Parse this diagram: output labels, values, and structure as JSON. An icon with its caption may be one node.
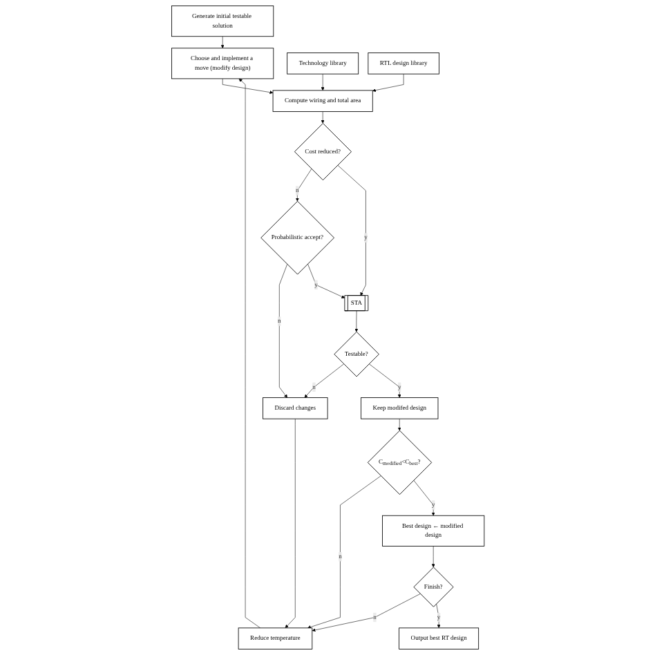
{
  "diagram": {
    "nodes": [
      {
        "text": [
          "Generate initial testable solution"
        ]
      },
      {
        "text": [
          "Choose and implement a move (modify design)"
        ]
      },
      {
        "text": [
          "Reduce temperature"
        ]
      },
      {
        "text": [
          "Technology library"
        ]
      },
      {
        "text": [
          "Compute wiring and total area"
        ]
      },
      {
        "text": [
          "RTL design library"
        ]
      },
      {
        "text": [
          "Discard changes"
        ]
      },
      {
        "text": [
          "Probabilistic accept?"
        ]
      },
      {
        "text": [
          "Cost reduced?"
        ]
      },
      {
        "text": [
          "STA"
        ]
      },
      {
        "text": [
          "Testable?"
        ]
      },
      {
        "text": [
          "Keep modifed design"
        ]
      },
      {
        "text": [
          "C$_{modified}$<C$_{best}$?"
        ]
      },
      {
        "text": [
          "Best design ← modified design"
        ]
      },
      {
        "text": [
          "Finish?"
        ]
      },
      {
        "text": [
          "Output best RT design"
        ]
      }
    ],
    "edges": [
      {
        "from": 0,
        "to": 1,
        "arrow": "to"
      },
      {
        "from": 2,
        "to": 1,
        "arrow": "to"
      },
      {
        "from": 1,
        "to": 4,
        "arrow": "to"
      },
      {
        "from": 3,
        "to": 4,
        "arrow": "to"
      },
      {
        "from": 5,
        "to": 4,
        "arrow": "to"
      },
      {
        "from": 4,
        "to": 8,
        "arrow": "to"
      },
      {
        "from": 8,
        "to": 7,
        "label": "n",
        "arrow": "to"
      },
      {
        "from": 8,
        "to": 9,
        "label": "y",
        "arrow": "to"
      },
      {
        "from": 7,
        "to": 6,
        "label": "n",
        "arrow": "to"
      },
      {
        "from": 7,
        "to": 9,
        "label": "y",
        "arrow": "to"
      },
      {
        "from": 6,
        "to": 2,
        "arrow": "to"
      },
      {
        "from": 9,
        "to": 10,
        "arrow": "to"
      },
      {
        "from": 10,
        "to": 6,
        "label": "n",
        "arrow": "to"
      },
      {
        "from": 10,
        "to": 11,
        "label": "y",
        "arrow": "to"
      },
      {
        "from": 11,
        "to": 12,
        "arrow": "to"
      },
      {
        "from": 12,
        "to": 2,
        "label": "n",
        "arrow": "to"
      },
      {
        "from": 12,
        "to": 13,
        "label": "y",
        "arrow": "to"
      },
      {
        "from": 13,
        "to": 14,
        "arrow": "to"
      },
      {
        "from": 14,
        "to": 2,
        "label": "n",
        "arrow": "to"
      },
      {
        "from": 14,
        "to": 15,
        "label": "y",
        "arrow": "to"
      }
    ]
  }
}
